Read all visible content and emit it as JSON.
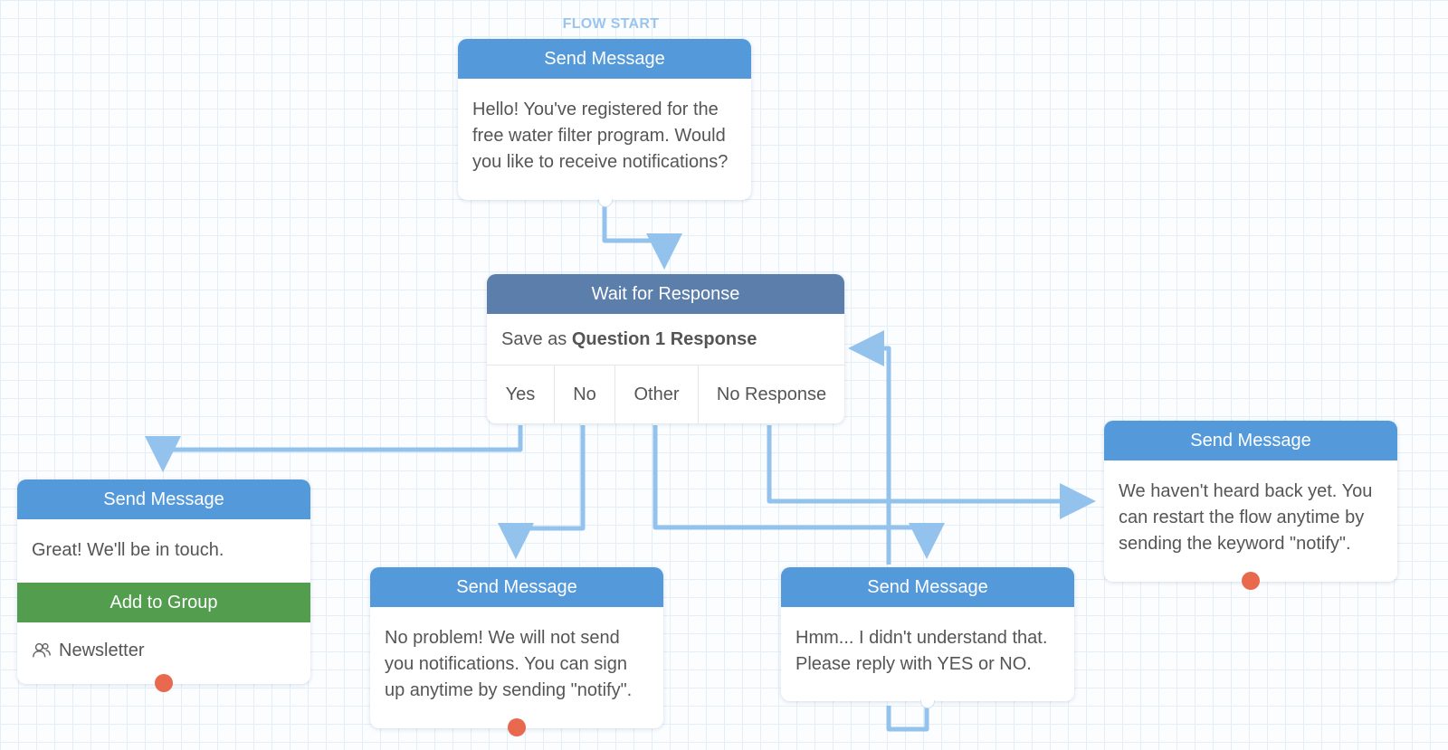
{
  "canvas": {
    "flow_start_label": "FLOW START"
  },
  "nodes": {
    "start_message": {
      "title": "Send Message",
      "text": "Hello! You've registered for the free water filter program. Would you like to receive notifications?"
    },
    "wait_response": {
      "title": "Wait for Response",
      "save_prefix": "Save as",
      "save_target": "Question 1 Response",
      "categories": [
        "Yes",
        "No",
        "Other",
        "No Response"
      ]
    },
    "yes_message": {
      "title": "Send Message",
      "text": "Great! We'll be in touch.",
      "action_title": "Add to Group",
      "group_name": "Newsletter"
    },
    "no_message": {
      "title": "Send Message",
      "text": "No problem! We will not send you notifications. You can sign up anytime by sending \"notify\"."
    },
    "other_message": {
      "title": "Send Message",
      "text": "Hmm... I didn't understand that. Please reply with YES or NO."
    },
    "noresponse_message": {
      "title": "Send Message",
      "text": "We haven't heard back yet. You can restart the flow anytime by sending the keyword \"notify\"."
    }
  },
  "colors": {
    "send_header": "#5499da",
    "wait_header": "#5b7eab",
    "group_header": "#529d4e",
    "wire": "#93c3ec",
    "exit_dot": "#e8694e"
  },
  "icons": {
    "group": "group-icon"
  }
}
